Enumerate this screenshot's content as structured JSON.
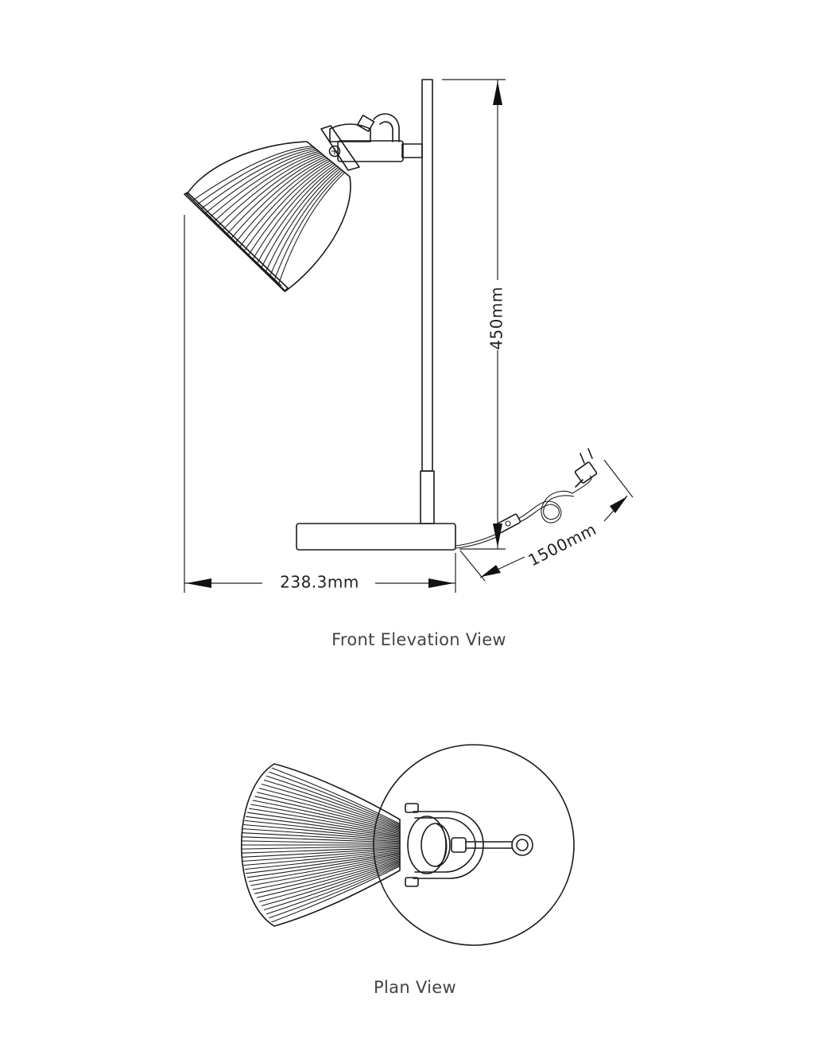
{
  "front_view": {
    "caption": "Front Elevation View",
    "dimensions": {
      "height": "450mm",
      "width": "238.3mm",
      "cable": "1500mm"
    }
  },
  "plan_view": {
    "caption": "Plan View"
  },
  "ribs": {
    "front_shade_count": 22,
    "plan_shade_count": 40
  }
}
